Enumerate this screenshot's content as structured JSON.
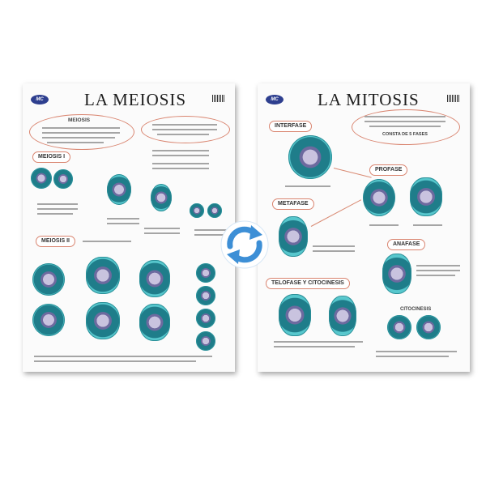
{
  "meiosis_poster": {
    "title": "LA MEIOSIS",
    "logo": "MC",
    "header_bubble": "MEIOSIS",
    "sections": [
      "MEIOSIS I",
      "MEIOSIS II"
    ]
  },
  "mitosis_poster": {
    "title": "LA MITOSIS",
    "logo": "MC",
    "phases": [
      "INTERFASE",
      "PROFASE",
      "METAFASE",
      "ANAFASE",
      "TELOFASE Y CITOCINESIS",
      "CITOCINESIS"
    ],
    "phase_note": "CONSTA DE 5 FASES"
  },
  "icons": {
    "center": "sync-arrows-icon"
  },
  "colors": {
    "accent": "#d9846f",
    "cell": "#1f7d8a",
    "icon": "#3d8fd6"
  }
}
